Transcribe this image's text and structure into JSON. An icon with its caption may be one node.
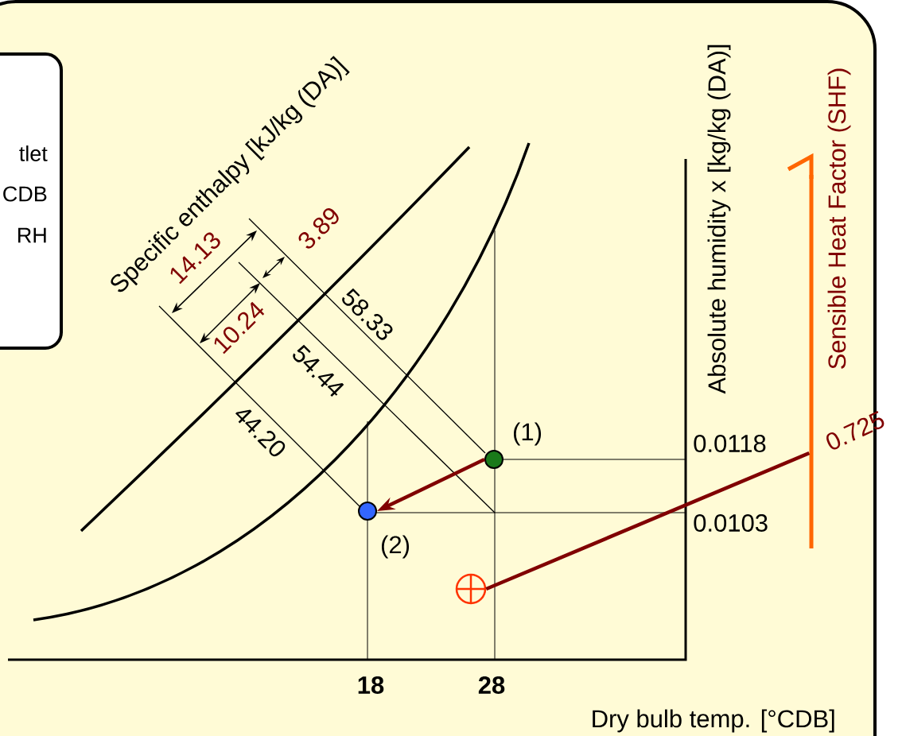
{
  "diagram": {
    "nodes": [
      {
        "text": [
          "tlet",
          "CDB",
          "RH"
        ]
      },
      {
        "text": [],
        "shape": "circle",
        "beside": [
          "(1)"
        ]
      },
      {
        "text": [],
        "shape": "circle",
        "beside": [
          "(2)"
        ]
      },
      {
        "text": [],
        "shape": "circle"
      },
      {
        "text": [],
        "shape": "bar",
        "beside": [
          "Sensible Heat Factor (SHF)",
          "0.725"
        ]
      }
    ],
    "edges": [
      {
        "from": 1,
        "to": 2,
        "arrow": "to",
        "color": "#800000"
      },
      {
        "from": 3,
        "to": 4,
        "arrow": "none",
        "color": "#800000"
      }
    ],
    "labels": [
      "Specific enthalpy [kJ/kg (DA)]",
      "14.13",
      "3.89",
      "10.24",
      "58.33",
      "54.44",
      "44.20",
      "Absolute humidity x [kg/kg (DA)]",
      "0.0118",
      "0.0103",
      "18",
      "28",
      "Dry bulb temp. [°CDB]"
    ]
  }
}
